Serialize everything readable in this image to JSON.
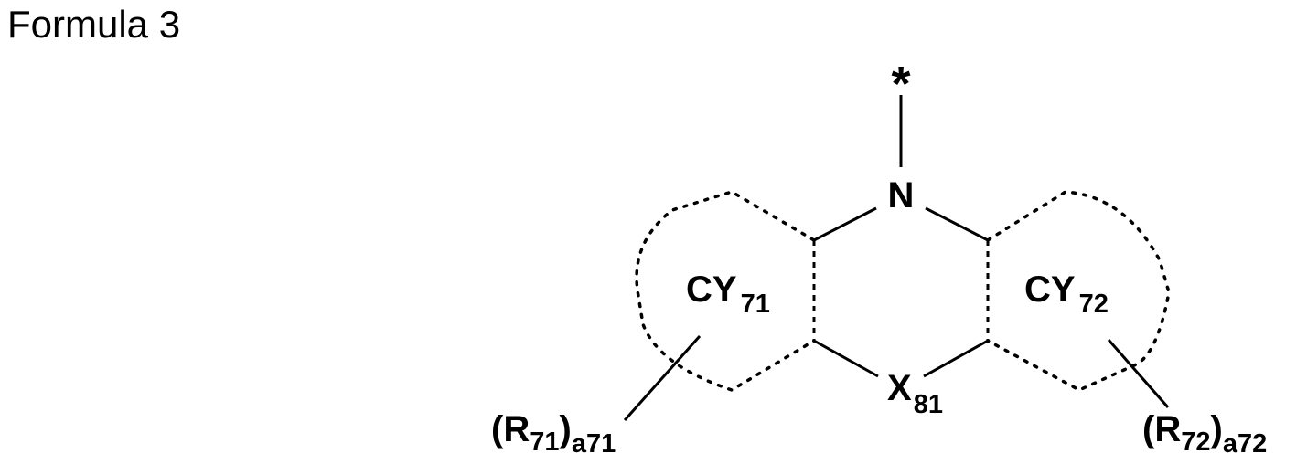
{
  "title": "Formula 3",
  "structure": {
    "attachment_point": "*",
    "center_atom": "N",
    "bottom_group": {
      "main": "X",
      "sub": "81"
    },
    "left_ring": {
      "main": "CY",
      "sub": "71"
    },
    "right_ring": {
      "main": "CY",
      "sub": "72"
    },
    "left_substituent": {
      "open": "(",
      "main": "R",
      "sub": "71",
      "close": ")",
      "count": "a71"
    },
    "right_substituent": {
      "open": "(",
      "main": "R",
      "sub": "72",
      "close": ")",
      "count": "a72"
    }
  }
}
